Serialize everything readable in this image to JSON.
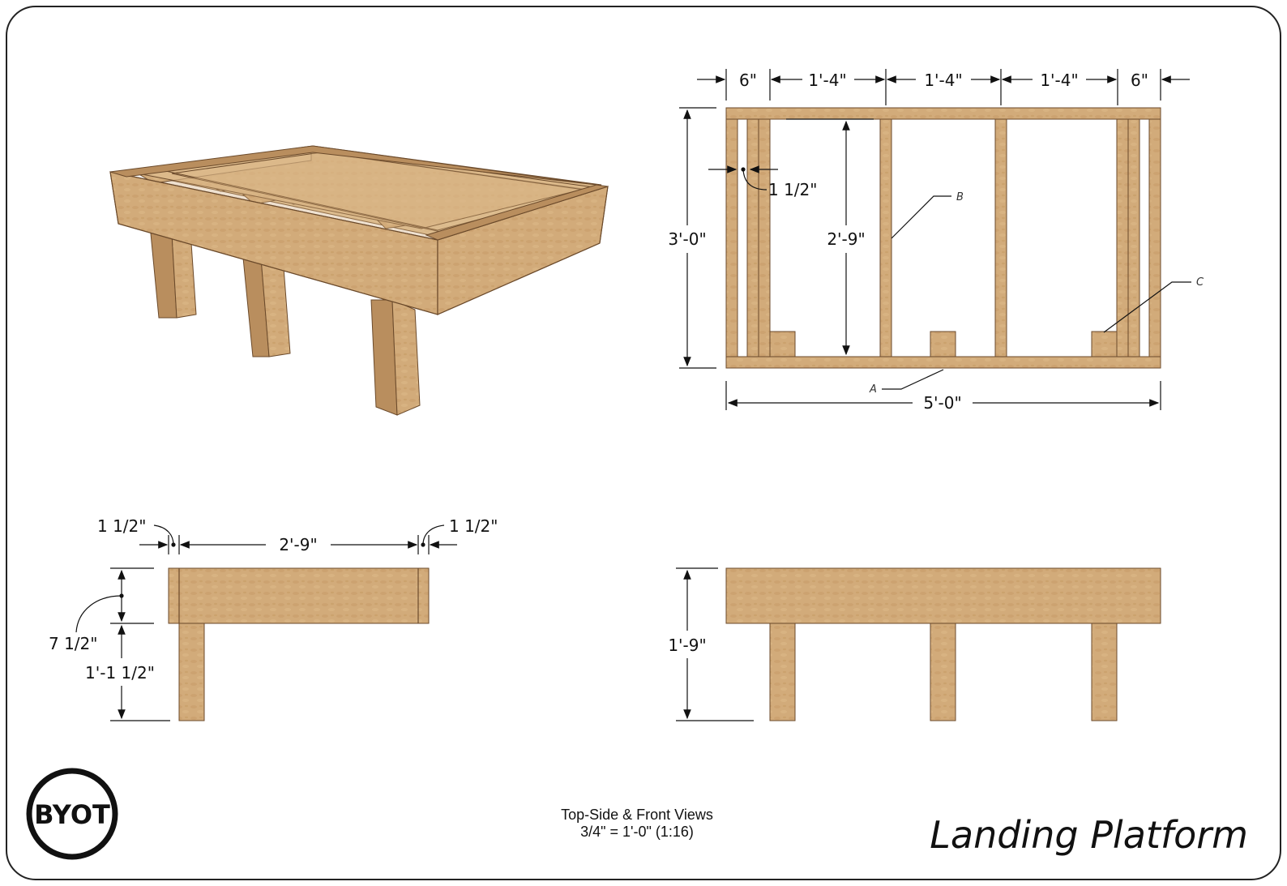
{
  "title": "Landing Platform",
  "logo": {
    "text": "BYOT"
  },
  "caption": {
    "line1": "Top-Side & Front Views",
    "line2": "3/4\" = 1'-0\" (1:16)"
  },
  "top_view": {
    "spacing_labels": [
      "6\"",
      "1'-4\"",
      "1'-4\"",
      "1'-4\"",
      "6\""
    ],
    "width_label": "5'-0\"",
    "depth_label": "3'-0\"",
    "inner_depth_label": "2'-9\"",
    "board_label": "1 1/2\"",
    "callouts": [
      "A",
      "B",
      "C"
    ]
  },
  "side_view": {
    "left_board_label": "1 1/2\"",
    "inner_label": "2'-9\"",
    "right_board_label": "1 1/2\"",
    "frame_height_label": "7 1/2\"",
    "leg_height_label": "1'-1 1/2\""
  },
  "front_view": {
    "height_label": "1'-9\""
  },
  "colors": {
    "wood": "#d2ab7a",
    "wood_shadow": "#b98e5e",
    "line": "#111111",
    "border": "#222222"
  }
}
